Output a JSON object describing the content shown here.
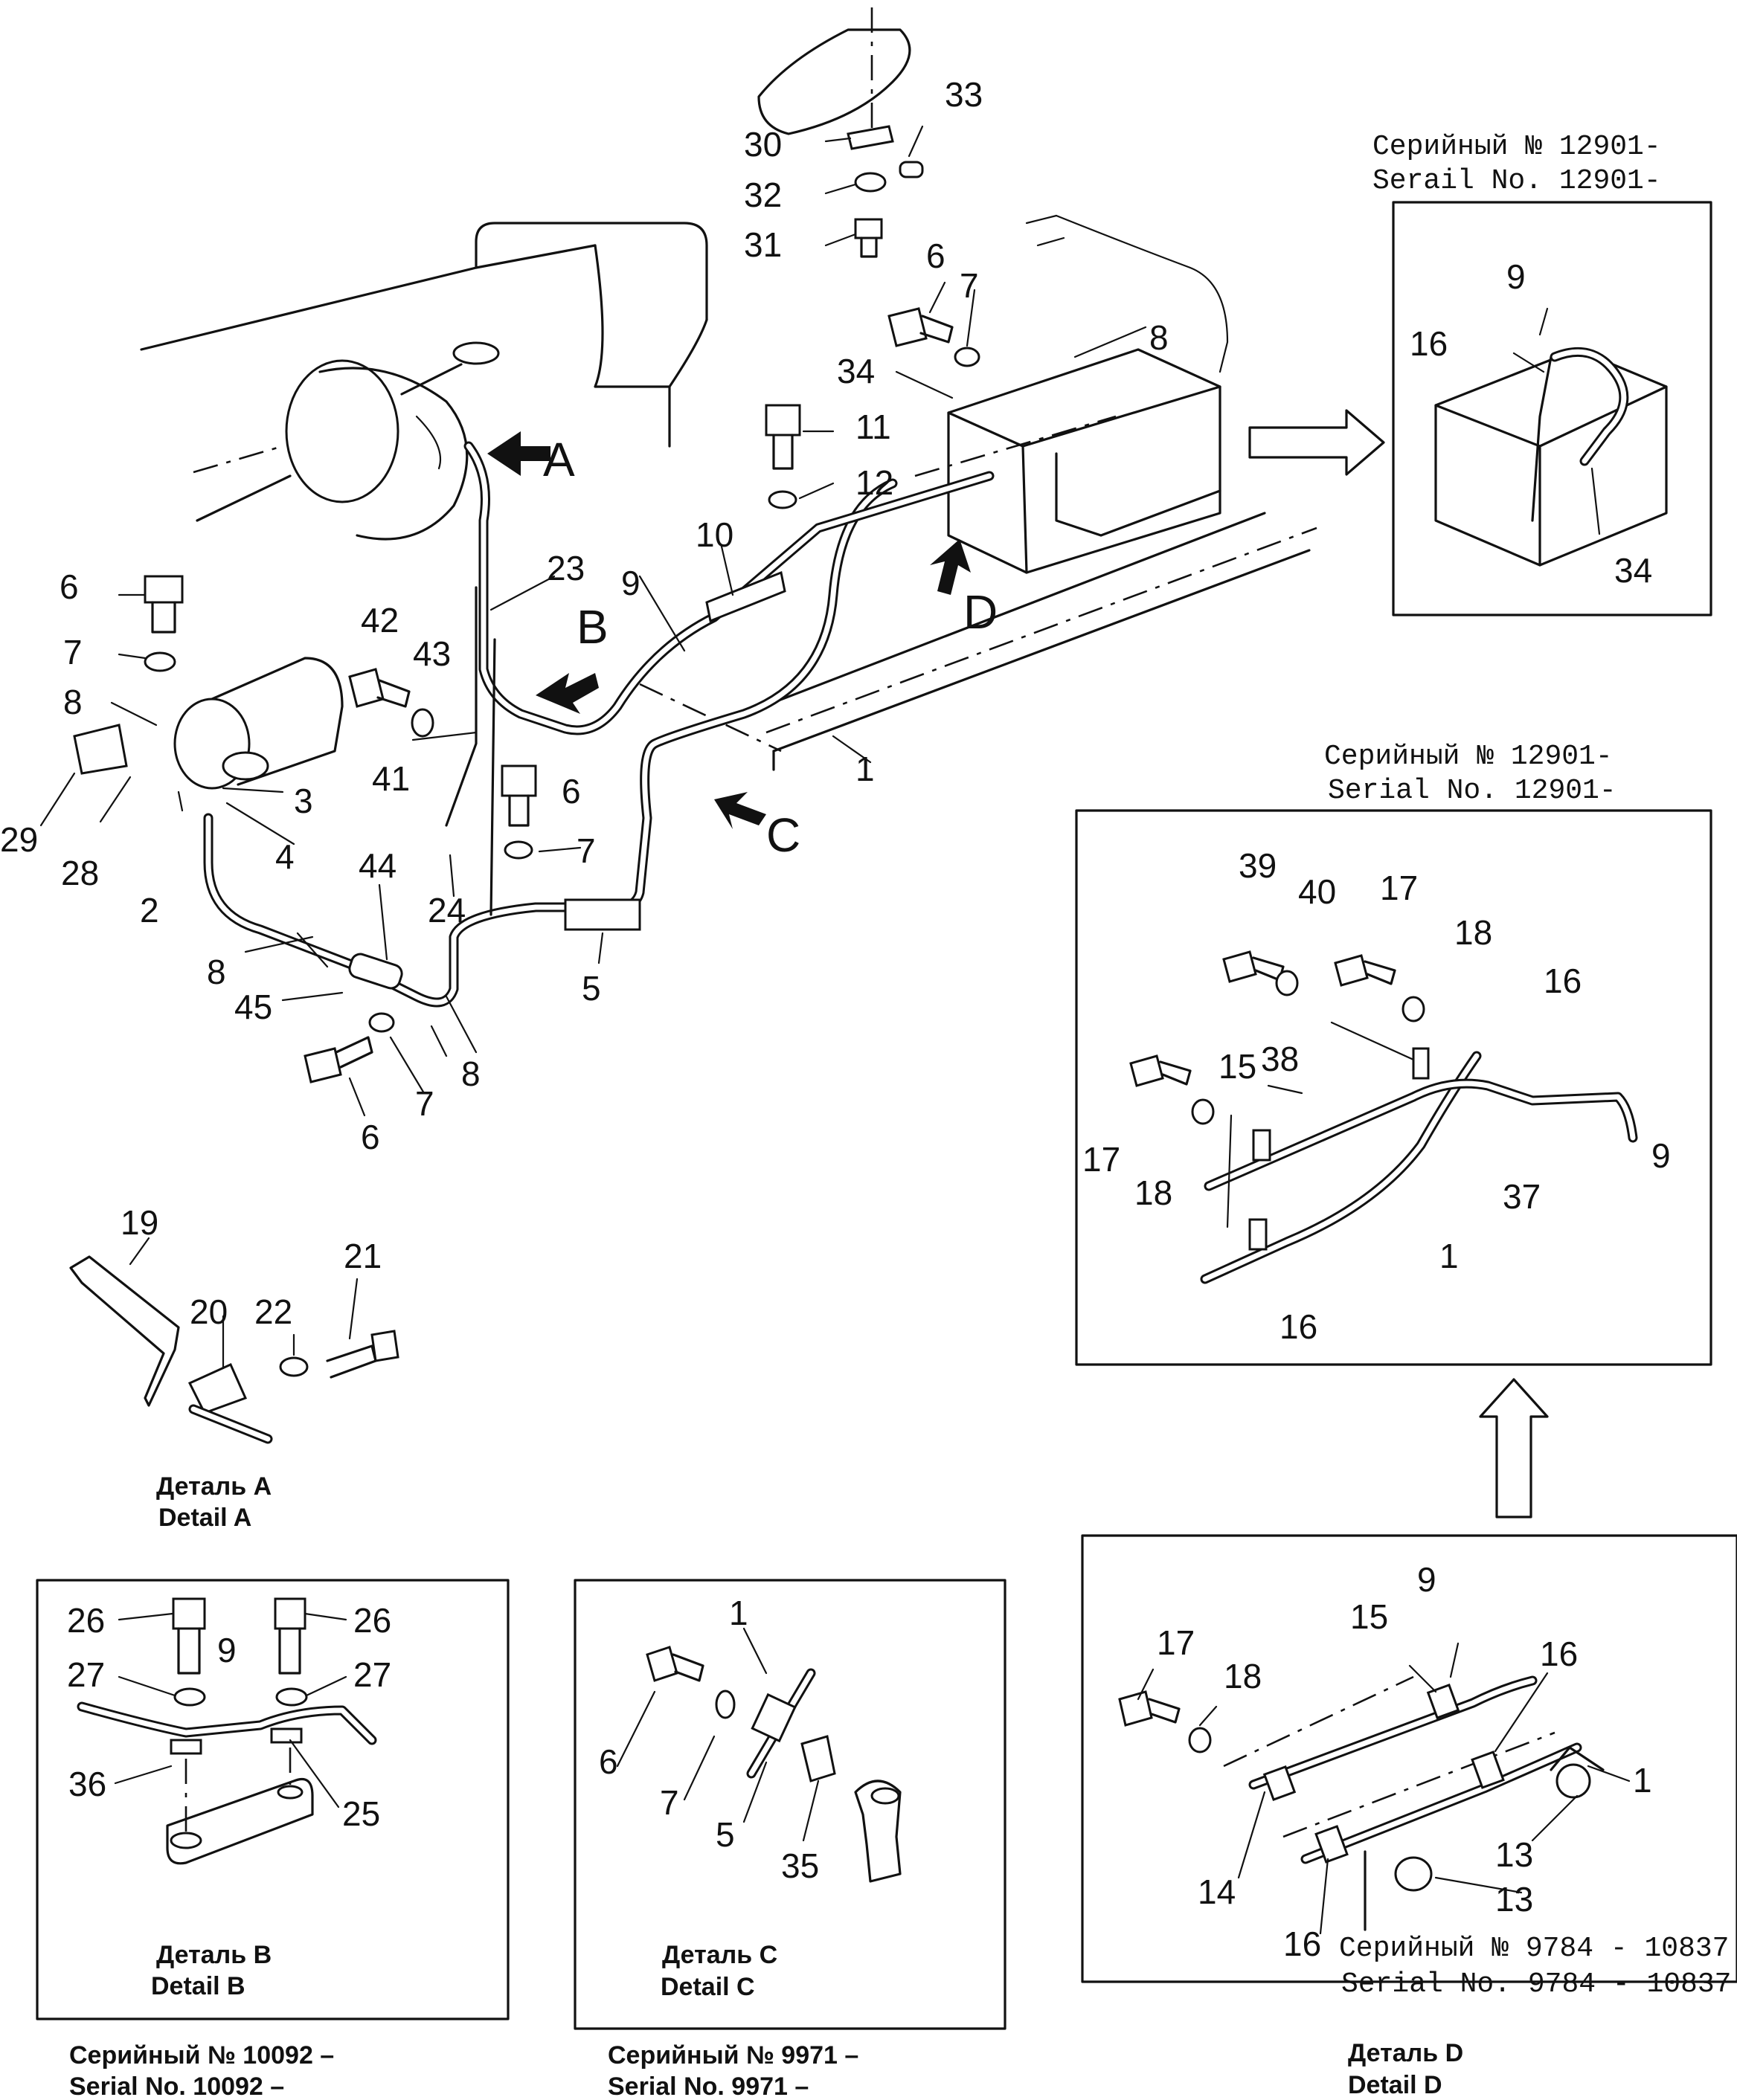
{
  "direction_labels": [
    "A",
    "B",
    "C",
    "D"
  ],
  "part_numbers": {
    "main": [
      "1",
      "2",
      "3",
      "4",
      "5",
      "6",
      "6",
      "6",
      "6",
      "7",
      "7",
      "7",
      "7",
      "8",
      "8",
      "8",
      "8",
      "9",
      "10",
      "11",
      "12",
      "23",
      "24",
      "28",
      "29",
      "30",
      "31",
      "32",
      "33",
      "34",
      "41",
      "42",
      "43",
      "44",
      "45"
    ],
    "detail_a": [
      "19",
      "20",
      "21",
      "22"
    ],
    "detail_b": [
      "9",
      "25",
      "26",
      "26",
      "27",
      "27",
      "36"
    ],
    "detail_c": [
      "1",
      "5",
      "6",
      "7",
      "35"
    ],
    "detail_d": [
      "1",
      "9",
      "13",
      "13",
      "14",
      "15",
      "16",
      "16",
      "17",
      "18"
    ],
    "serial_upper": [
      "9",
      "16",
      "34"
    ],
    "serial_middle": [
      "1",
      "9",
      "15",
      "16",
      "16",
      "17",
      "17",
      "18",
      "18",
      "37",
      "38",
      "39",
      "40"
    ]
  },
  "serial_boxes": {
    "upper": {
      "label_ru": "Серийный № 12901-",
      "label_en": "Serail No. 12901-"
    },
    "middle": {
      "label_ru": "Серийный № 12901-",
      "label_en": "Serial No. 12901-"
    },
    "detail_d_range": {
      "label_ru": "Серийный № 9784 - 10837",
      "label_en": "Serial No. 9784 - 10837"
    }
  },
  "captions": {
    "detail_a": {
      "ru": "Деталь A",
      "en": "Detail A"
    },
    "detail_b": {
      "ru": "Деталь B",
      "en": "Detail B",
      "serial_ru": "Серийный № 10092 –",
      "serial_en": "Serial No. 10092 –"
    },
    "detail_c": {
      "ru": "Деталь C",
      "en": "Detail C",
      "serial_ru": "Серийный № 9971 –",
      "serial_en": "Serial No. 9971 –"
    },
    "detail_d": {
      "ru": "Деталь D",
      "en": "Detail D"
    }
  }
}
